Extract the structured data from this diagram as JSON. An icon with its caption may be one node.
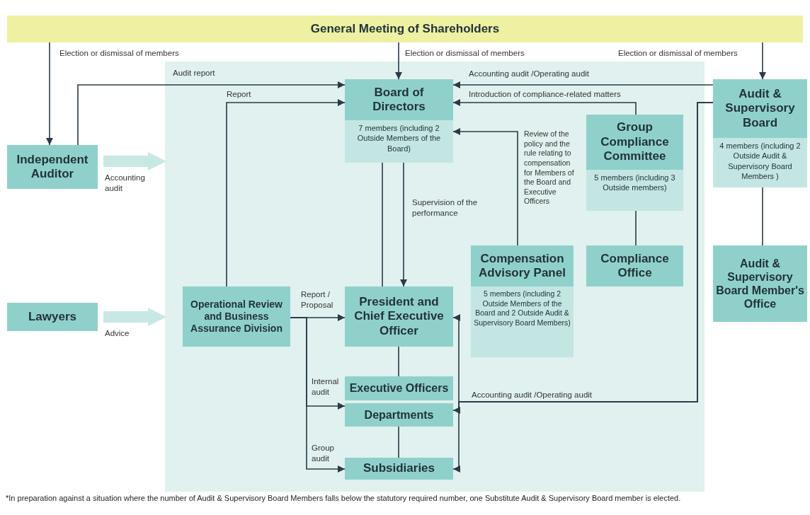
{
  "diagram": {
    "nodes": [
      {
        "text": [
          "General Meeting of Shareholders"
        ]
      },
      {
        "text": [],
        "shape": "box"
      },
      {
        "text": [
          "Independent Auditor"
        ]
      },
      {
        "text": [
          "Lawyers"
        ]
      },
      {
        "text": [
          "Board of Directors",
          "7 members (including 2 Outside Members of the Board)"
        ],
        "in": 1
      },
      {
        "text": [
          "Group Compliance Committee",
          "5 members (including 3 Outside members)"
        ],
        "in": 1
      },
      {
        "text": [
          "Audit & Supervisory Board",
          "4 members (including 2 Outside Audit & Supervisory Board Members )"
        ]
      },
      {
        "text": [
          "Compensation Advisory Panel",
          "5 members (including 2 Outside Members of the Board and 2 Outside Audit & Supervisory Board Members)"
        ],
        "in": 1
      },
      {
        "text": [
          "Compliance Office"
        ],
        "in": 1
      },
      {
        "text": [
          "Audit & Supervisory Board Member's Office"
        ]
      },
      {
        "text": [
          "Operational Review and Business Assurance Division"
        ],
        "in": 1
      },
      {
        "text": [
          "President and Chief Executive Officer"
        ],
        "in": 1
      },
      {
        "text": [
          "Executive Officers"
        ],
        "in": 1
      },
      {
        "text": [
          "Departments"
        ],
        "in": 1
      },
      {
        "text": [
          "Subsidiaries"
        ],
        "in": 1
      }
    ],
    "edges": [
      {
        "from": 0,
        "to": 2,
        "arrow": "to",
        "label": "Election or dismissal of members"
      },
      {
        "from": 0,
        "to": 4,
        "arrow": "to",
        "label": "Election or dismissal of members"
      },
      {
        "from": 0,
        "to": 6,
        "arrow": "to",
        "label": "Election or dismissal of members"
      },
      {
        "from": 2,
        "to": 4,
        "arrow": "to",
        "label": "Audit report"
      },
      {
        "from": 10,
        "to": 4,
        "arrow": "to",
        "label": "Report"
      },
      {
        "from": 6,
        "to": 4,
        "arrow": "to",
        "label": "Accounting audit /Operating audit"
      },
      {
        "from": 5,
        "to": 4,
        "arrow": "to",
        "label": "Introduction of compliance-related matters"
      },
      {
        "from": 7,
        "to": 4,
        "arrow": "to",
        "label": "Review of the policy and the rule relating to compensation for Members of the Board and Executive Officers"
      },
      {
        "from": 4,
        "to": 11,
        "arrow": "to",
        "label": "Supervision of the performance"
      },
      {
        "from": 4,
        "to": 11,
        "arrow": "none"
      },
      {
        "from": 5,
        "to": 8,
        "arrow": "none"
      },
      {
        "from": 6,
        "to": 9,
        "arrow": "none"
      },
      {
        "from": 10,
        "to": 11,
        "arrow": "to",
        "label": "Report / Proposal"
      },
      {
        "from": 10,
        "to": 13,
        "arrow": "to",
        "label": "Internal audit"
      },
      {
        "from": 10,
        "to": 14,
        "arrow": "to",
        "label": "Group audit"
      },
      {
        "from": 6,
        "to": 11,
        "arrow": "to"
      },
      {
        "from": 6,
        "to": 13,
        "arrow": "to",
        "label": "Accounting audit /Operating audit"
      },
      {
        "from": 6,
        "to": 14,
        "arrow": "to"
      },
      {
        "from": 11,
        "to": 12,
        "arrow": "none"
      },
      {
        "from": 13,
        "to": 14,
        "arrow": "none"
      },
      {
        "from": 2,
        "to": 1,
        "arrow": "to",
        "label": "Accounting audit",
        "style": "thick",
        "color": "#c8e8e4"
      },
      {
        "from": 3,
        "to": 1,
        "arrow": "to",
        "label": "Advice",
        "style": "thick",
        "color": "#c8e8e4"
      }
    ],
    "labels": [
      "*In preparation against a situation where the number of Audit & Supervisory Board Members falls below the statutory required number, one Substitute Audit & Supervisory Board member is elected."
    ]
  }
}
